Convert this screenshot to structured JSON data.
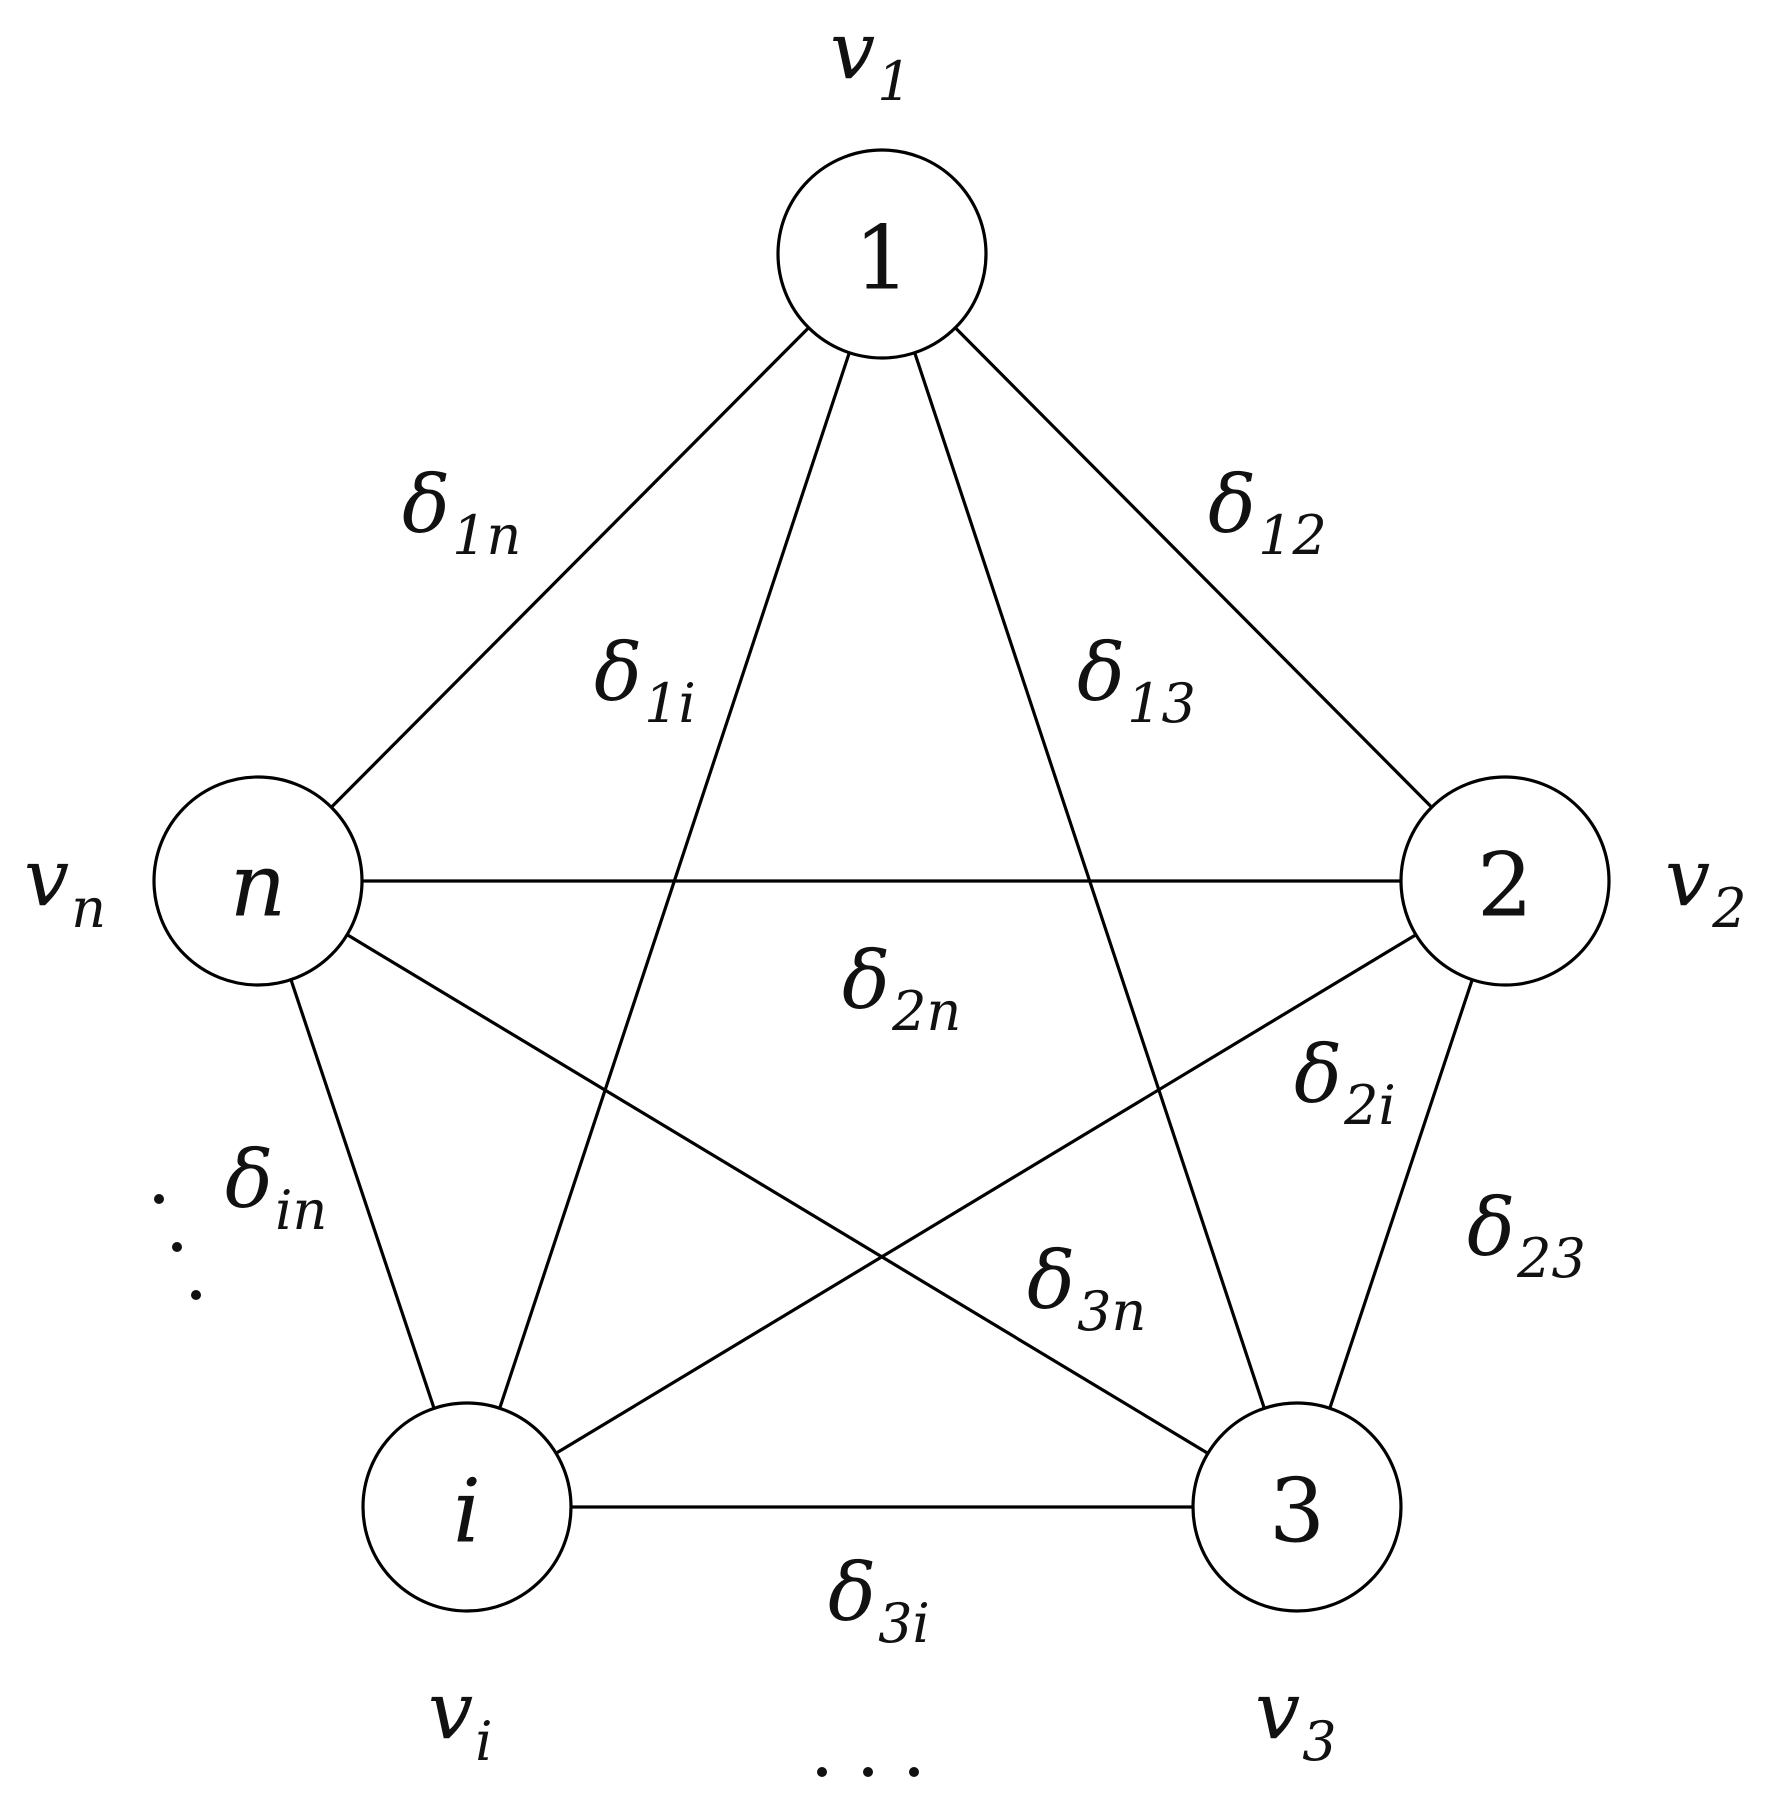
{
  "nodes": [
    {
      "id": "1",
      "label": "1",
      "italic": false,
      "var": "v",
      "var_sub": "1"
    },
    {
      "id": "2",
      "label": "2",
      "italic": false,
      "var": "v",
      "var_sub": "2"
    },
    {
      "id": "3",
      "label": "3",
      "italic": false,
      "var": "v",
      "var_sub": "3"
    },
    {
      "id": "i",
      "label": "i",
      "italic": true,
      "var": "v",
      "var_sub": "i"
    },
    {
      "id": "n",
      "label": "n",
      "italic": true,
      "var": "v",
      "var_sub": "n"
    }
  ],
  "edges": [
    {
      "from": "1",
      "to": "2",
      "symbol": "δ",
      "sub": "12"
    },
    {
      "from": "1",
      "to": "3",
      "symbol": "δ",
      "sub": "13"
    },
    {
      "from": "1",
      "to": "i",
      "symbol": "δ",
      "sub": "1i"
    },
    {
      "from": "1",
      "to": "n",
      "symbol": "δ",
      "sub": "1n"
    },
    {
      "from": "2",
      "to": "3",
      "symbol": "δ",
      "sub": "23"
    },
    {
      "from": "2",
      "to": "i",
      "symbol": "δ",
      "sub": "2i"
    },
    {
      "from": "2",
      "to": "n",
      "symbol": "δ",
      "sub": "2n"
    },
    {
      "from": "3",
      "to": "i",
      "symbol": "δ",
      "sub": "3i"
    },
    {
      "from": "3",
      "to": "n",
      "symbol": "δ",
      "sub": "3n"
    },
    {
      "from": "i",
      "to": "n",
      "symbol": "δ",
      "sub": "in"
    }
  ],
  "ellipses": [
    "bottom-dots",
    "left-diagonal-dots"
  ]
}
